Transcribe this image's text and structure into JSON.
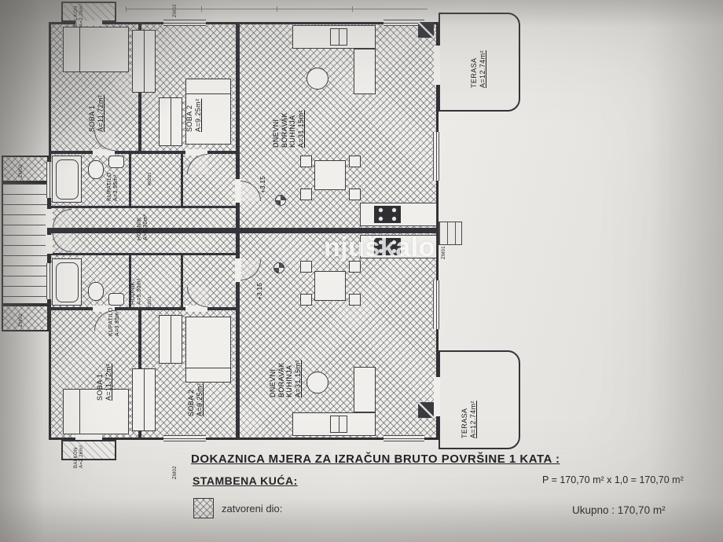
{
  "photo": {
    "watermark": "njuškalo"
  },
  "title_block": {
    "heading": "DOKAZNICA MJERA ZA IZRAČUN BRUTO POVRŠINE 1 KATA :",
    "subheading": "STAMBENA KUĆA:",
    "legend_closed_label": "zatvoreni dio:",
    "formula": "P = 170,70 m² x 1,0 = 170,70 m²",
    "total": "Ukupno : 170,70 m²"
  },
  "plan": {
    "elevation": "+3.15",
    "rooms": {
      "soba1": {
        "name": "SOBA 1",
        "area": "A=11.72m²"
      },
      "soba2": {
        "name": "SOBA 2",
        "area": "A=9.25m²"
      },
      "dnevni": {
        "lines": [
          "DNEVNI",
          "BORAVAK",
          "KUHINJA"
        ],
        "area": "A=31.15m²"
      },
      "kupatilo": {
        "name": "KUPATILO",
        "area": "A=3.95m²"
      },
      "hodnik": {
        "name": "HODNIK",
        "area": "A=5.30m²"
      },
      "balkon": {
        "name": "BALKON",
        "area": "A=2.26m²"
      },
      "terasa": {
        "name": "TERASA",
        "area": "A=12.74m²"
      }
    },
    "codes": {
      "zm02": "ZM02",
      "zm01": "ZM01",
      "riz": "RIZ01"
    }
  },
  "colors": {
    "ink": "#2f2f33",
    "paper": "#e8e6e2"
  }
}
